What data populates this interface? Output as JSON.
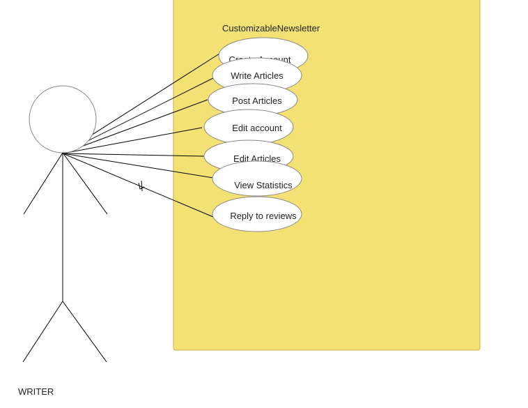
{
  "system": {
    "title": "CustomizableNewsletter",
    "fill": "#f3e173",
    "stroke": "#c9b050"
  },
  "actor": {
    "name": "WRITER"
  },
  "use_cases": [
    {
      "label": "Create Account"
    },
    {
      "label": "Write Articles"
    },
    {
      "label": "Post Articles"
    },
    {
      "label": "Edit account"
    },
    {
      "label": "Edit Articles"
    },
    {
      "label": "View Statistics"
    },
    {
      "label": "Reply to reviews"
    }
  ],
  "colors": {
    "line": "#000000",
    "ellipse_fill": "#ffffff",
    "ellipse_stroke": "#888888"
  }
}
